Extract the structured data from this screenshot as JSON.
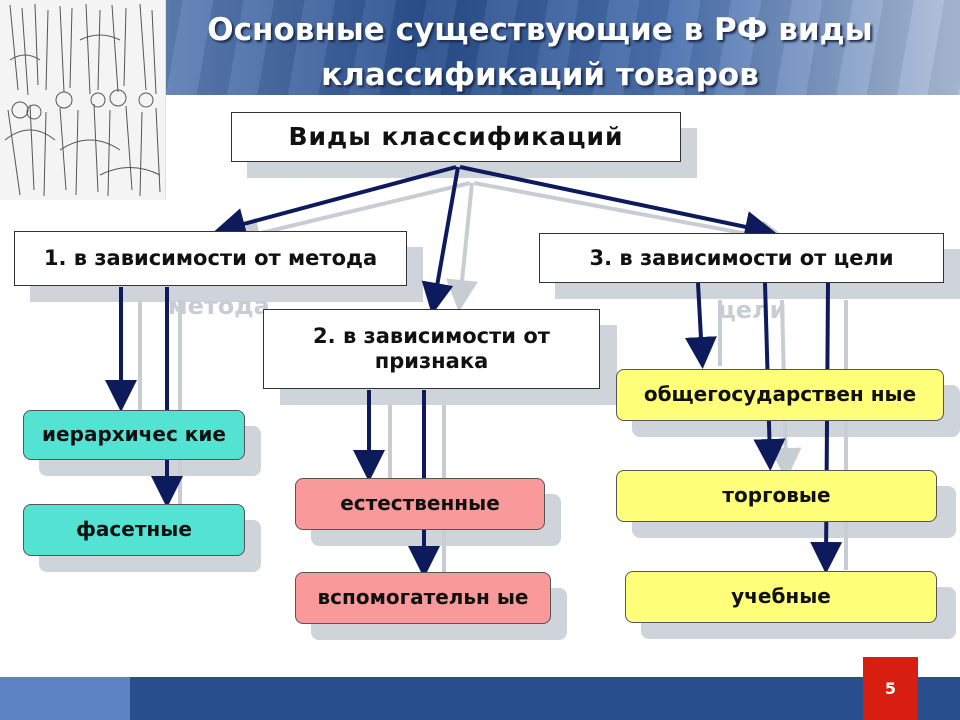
{
  "title": {
    "line1": "Основные существующие в РФ виды",
    "line2": "классификаций товаров"
  },
  "root": {
    "label": "Виды классификаций"
  },
  "groups": [
    {
      "label": "1. в зависимости от метода",
      "ghost": "метода",
      "children": [
        "иерархичес кие",
        "фасетные"
      ]
    },
    {
      "label": "2. в зависимости от признака",
      "children": [
        "естественные",
        "вспомогательн ые"
      ]
    },
    {
      "label": "3. в зависимости от цели",
      "ghost": "цели",
      "children": [
        "общегосударствен ные",
        "торговые",
        "учебные"
      ]
    }
  ],
  "page_number": "5",
  "colors": {
    "teal": "#54e3d3",
    "pink": "#fa9999",
    "yellow": "#ffff7a",
    "arrow": "#0d1a5c",
    "accent": "#d81e10"
  }
}
